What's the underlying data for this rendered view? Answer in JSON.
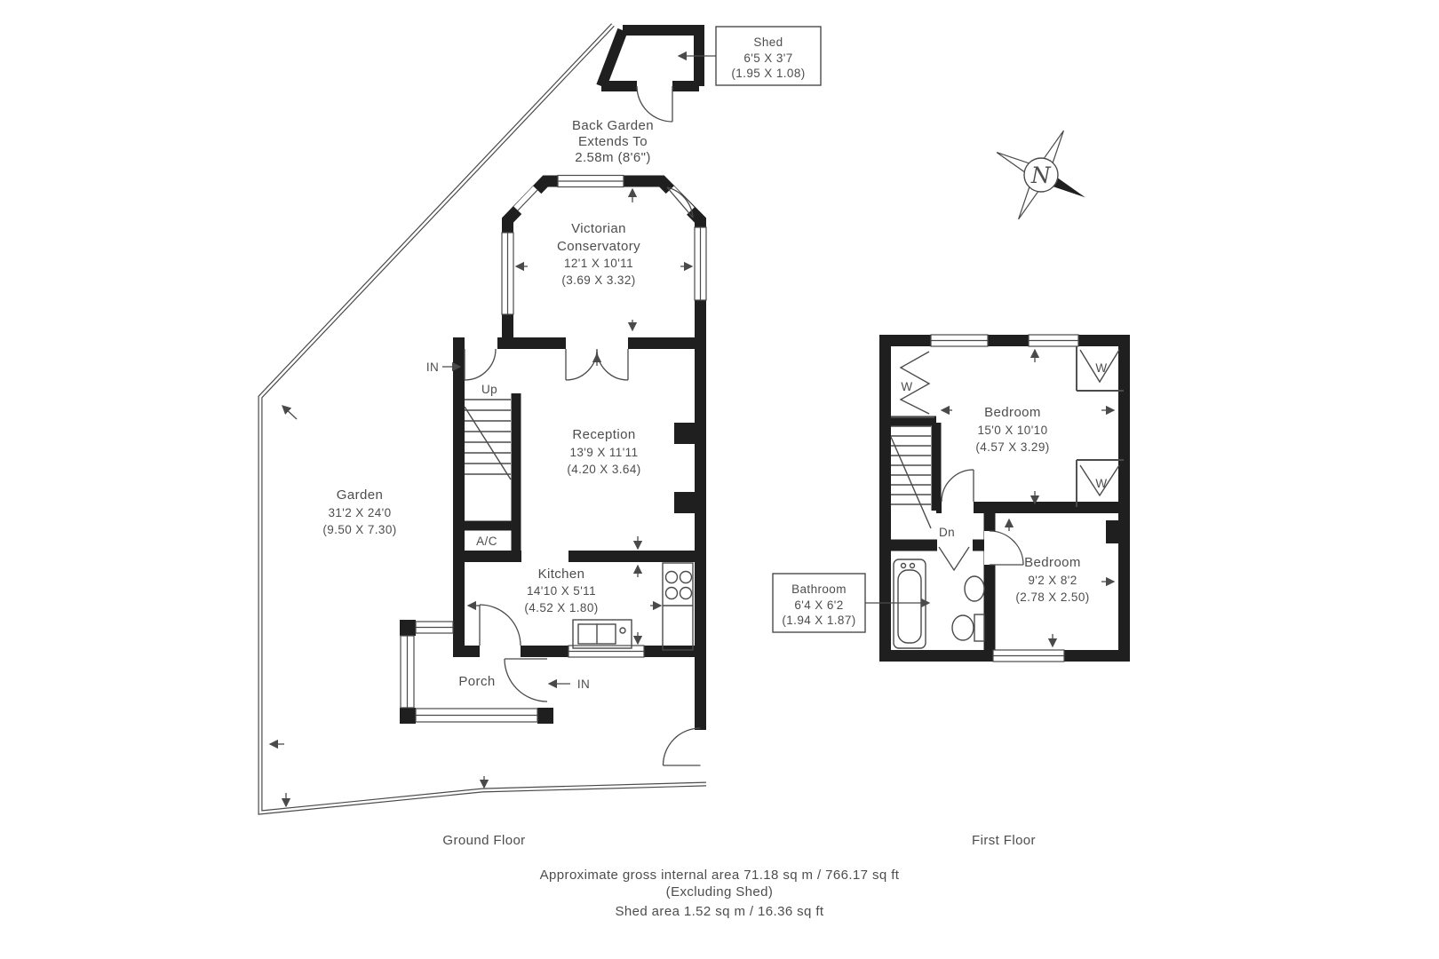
{
  "colors": {
    "wall": "#1f1f1f",
    "line": "#4a4a4a",
    "text": "#4d4d4d"
  },
  "compass_n": "N",
  "ground": {
    "label": "Ground Floor",
    "shed_box": {
      "name": "Shed",
      "ft": "6'5 X 3'7",
      "m": "(1.95 X 1.08)"
    },
    "back_garden": {
      "l1": "Back Garden",
      "l2": "Extends To",
      "l3": "2.58m (8'6\")"
    },
    "conservatory": {
      "l1": "Victorian",
      "l2": "Conservatory",
      "ft": "12'1 X 10'11",
      "m": "(3.69 X 3.32)"
    },
    "reception": {
      "name": "Reception",
      "ft": "13'9 X 11'11",
      "m": "(4.20 X 3.64)"
    },
    "garden": {
      "name": "Garden",
      "ft": "31'2 X 24'0",
      "m": "(9.50 X 7.30)"
    },
    "kitchen": {
      "name": "Kitchen",
      "ft": "14'10 X 5'11",
      "m": "(4.52 X 1.80)"
    },
    "ac": "A/C",
    "up": "Up",
    "porch": "Porch",
    "in": "IN"
  },
  "first": {
    "label": "First Floor",
    "bedroom1": {
      "name": "Bedroom",
      "ft": "15'0 X 10'10",
      "m": "(4.57 X 3.29)"
    },
    "bedroom2": {
      "name": "Bedroom",
      "ft": "9'2 X 8'2",
      "m": "(2.78 X 2.50)"
    },
    "bathroom_box": {
      "name": "Bathroom",
      "ft": "6'4 X 6'2",
      "m": "(1.94 X 1.87)"
    },
    "wardrobe": "W",
    "dn": "Dn"
  },
  "footer": {
    "l1": "Approximate gross internal area 71.18 sq m / 766.17 sq ft",
    "l2": "(Excluding Shed)",
    "l3": "Shed area 1.52 sq m / 16.36 sq ft"
  }
}
